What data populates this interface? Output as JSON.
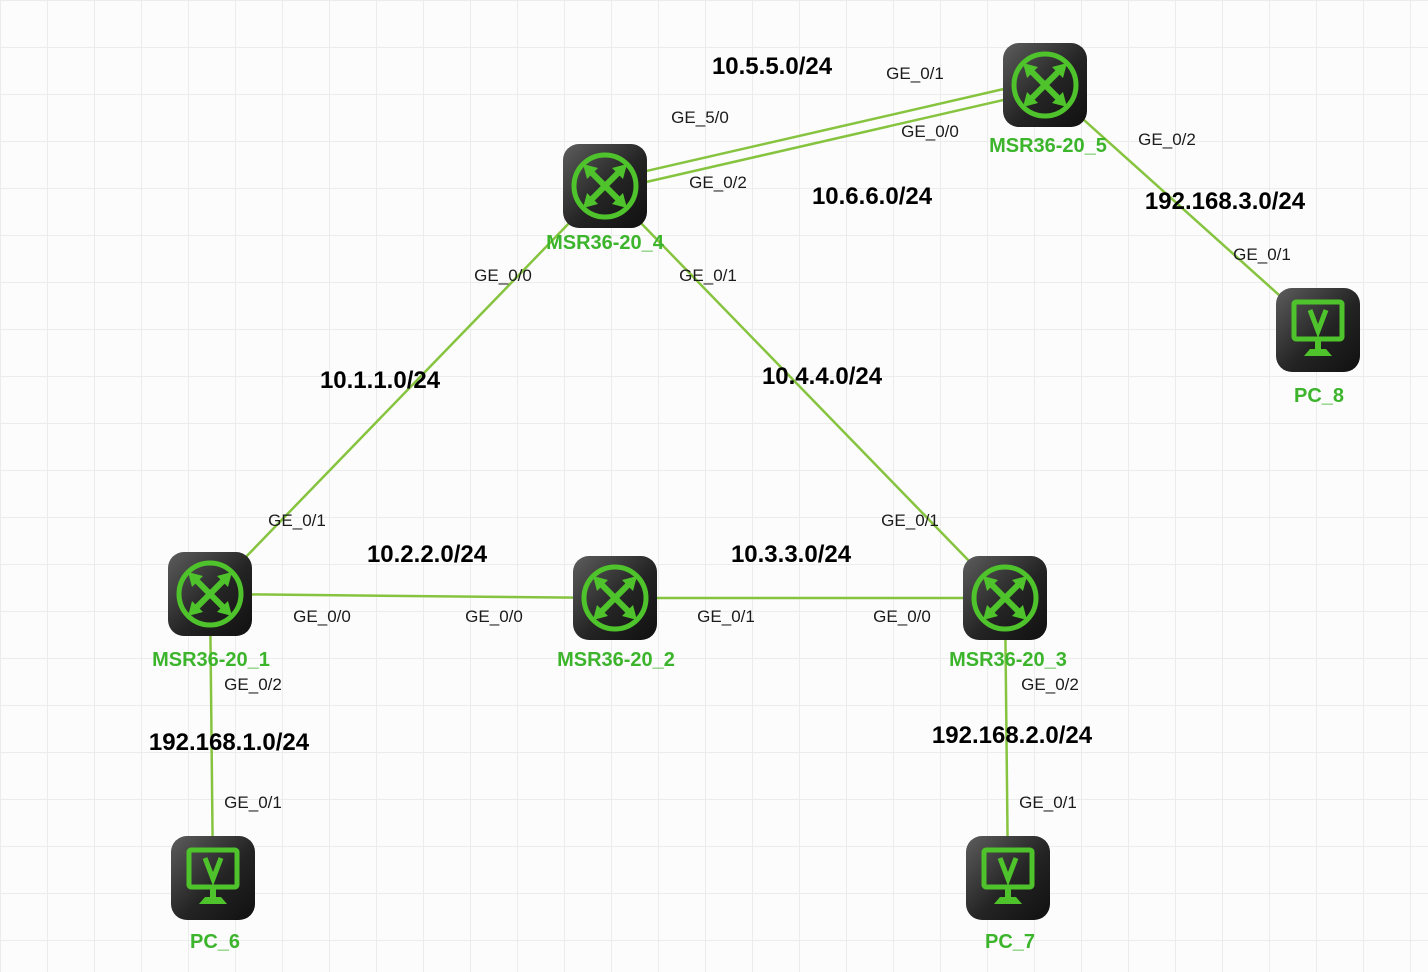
{
  "diagram": {
    "title": "network-topology"
  },
  "colors": {
    "link_green": "#86C440",
    "icon_green": "#4FC32B",
    "device_label_green": "#3CB42C",
    "interface_label": "#1b1b1b",
    "network_label": "#000000",
    "device_body_dark": "#2a2a2a"
  },
  "devices": [
    {
      "name": "MSR36-20_1",
      "type": "router"
    },
    {
      "name": "MSR36-20_2",
      "type": "router"
    },
    {
      "name": "MSR36-20_3",
      "type": "router"
    },
    {
      "name": "MSR36-20_4",
      "type": "router"
    },
    {
      "name": "MSR36-20_5",
      "type": "router"
    },
    {
      "name": "PC_6",
      "type": "pc"
    },
    {
      "name": "PC_7",
      "type": "pc"
    },
    {
      "name": "PC_8",
      "type": "pc"
    }
  ],
  "links": [
    {
      "network": "10.5.5.0/24",
      "from_device": "MSR36-20_4",
      "from_iface": "GE_5/0",
      "to_device": "MSR36-20_5",
      "to_iface": "GE_0/1"
    },
    {
      "network": "10.6.6.0/24",
      "from_device": "MSR36-20_4",
      "from_iface": "GE_0/2",
      "to_device": "MSR36-20_5",
      "to_iface": "GE_0/0"
    },
    {
      "network": "192.168.3.0/24",
      "from_device": "MSR36-20_5",
      "from_iface": "GE_0/2",
      "to_device": "PC_8",
      "to_iface": "GE_0/1"
    },
    {
      "network": "10.1.1.0/24",
      "from_device": "MSR36-20_4",
      "from_iface": "GE_0/0",
      "to_device": "MSR36-20_1",
      "to_iface": "GE_0/1"
    },
    {
      "network": "10.4.4.0/24",
      "from_device": "MSR36-20_4",
      "from_iface": "GE_0/1",
      "to_device": "MSR36-20_3",
      "to_iface": "GE_0/1"
    },
    {
      "network": "10.2.2.0/24",
      "from_device": "MSR36-20_1",
      "from_iface": "GE_0/0",
      "to_device": "MSR36-20_2",
      "to_iface": "GE_0/0"
    },
    {
      "network": "10.3.3.0/24",
      "from_device": "MSR36-20_2",
      "from_iface": "GE_0/1",
      "to_device": "MSR36-20_3",
      "to_iface": "GE_0/0"
    },
    {
      "network": "192.168.1.0/24",
      "from_device": "MSR36-20_1",
      "from_iface": "GE_0/2",
      "to_device": "PC_6",
      "to_iface": "GE_0/1"
    },
    {
      "network": "192.168.2.0/24",
      "from_device": "MSR36-20_3",
      "from_iface": "GE_0/2",
      "to_device": "PC_7",
      "to_iface": "GE_0/1"
    }
  ]
}
